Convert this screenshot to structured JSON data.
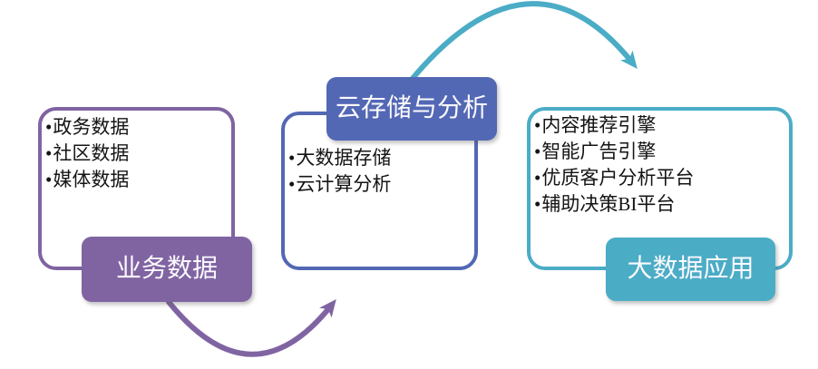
{
  "colors": {
    "purple": "#8064A2",
    "blue": "#5368B4",
    "teal": "#4BACC6",
    "text": "#141414",
    "label_text": "#FBFAFD",
    "background": "#FFFFFF"
  },
  "groups": [
    {
      "id": "business-data",
      "label": "业务数据",
      "label_position": "bottom",
      "accent": "#8064A2",
      "items": [
        "政务数据",
        "社区数据",
        "媒体数据"
      ]
    },
    {
      "id": "cloud-storage-analysis",
      "label": "云存储与分析",
      "label_position": "top",
      "accent": "#5368B4",
      "items": [
        "大数据存储",
        "云计算分析"
      ]
    },
    {
      "id": "big-data-applications",
      "label": "大数据应用",
      "label_position": "bottom",
      "accent": "#4BACC6",
      "items": [
        "内容推荐引擎",
        "智能广告引擎",
        "优质客户分析平台",
        "辅助决策BI平台"
      ]
    }
  ],
  "arrows": [
    {
      "id": "arrow-business-to-cloud",
      "from": "业务数据",
      "to": "云存储与分析",
      "color": "#8064A2",
      "shape": "curve-below"
    },
    {
      "id": "arrow-cloud-to-apps",
      "from": "云存储与分析",
      "to": "大数据应用",
      "color": "#4BACC6",
      "shape": "curve-above"
    }
  ]
}
